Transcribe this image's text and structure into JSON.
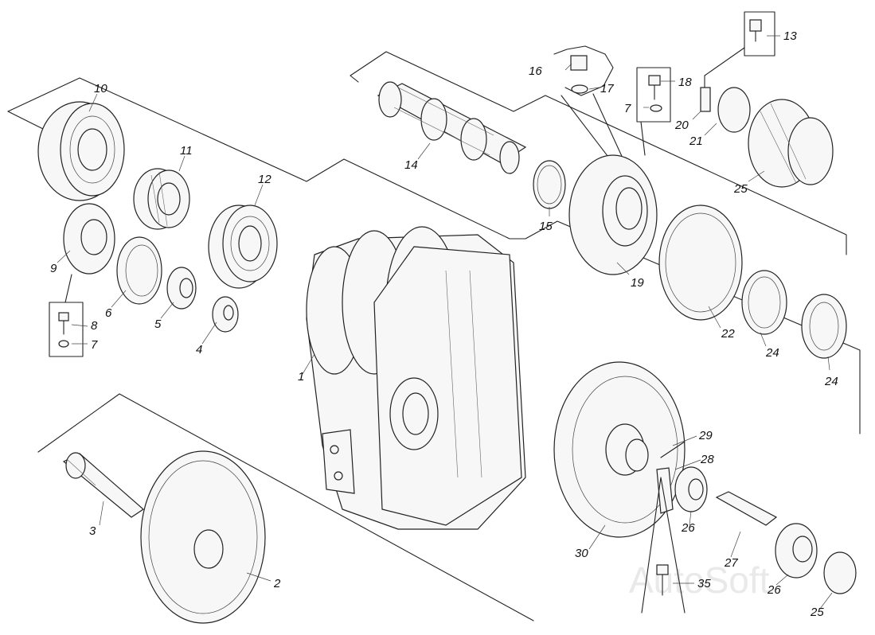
{
  "watermark": "AutoSoft",
  "labels": {
    "l1": "1",
    "l2": "2",
    "l3": "3",
    "l4": "4",
    "l5": "5",
    "l6": "6",
    "l7a": "7",
    "l7b": "7",
    "l8": "8",
    "l9": "9",
    "l10": "10",
    "l11": "11",
    "l12": "12",
    "l13": "13",
    "l14": "14",
    "l15": "15",
    "l16": "16",
    "l17": "17",
    "l18": "18",
    "l19": "19",
    "l20": "20",
    "l21": "21",
    "l22": "22",
    "l24a": "24",
    "l24b": "24",
    "l25a": "25",
    "l25b": "25",
    "l26a": "26",
    "l26b": "26",
    "l27": "27",
    "l28": "28",
    "l29": "29",
    "l30": "30",
    "l35": "35"
  }
}
